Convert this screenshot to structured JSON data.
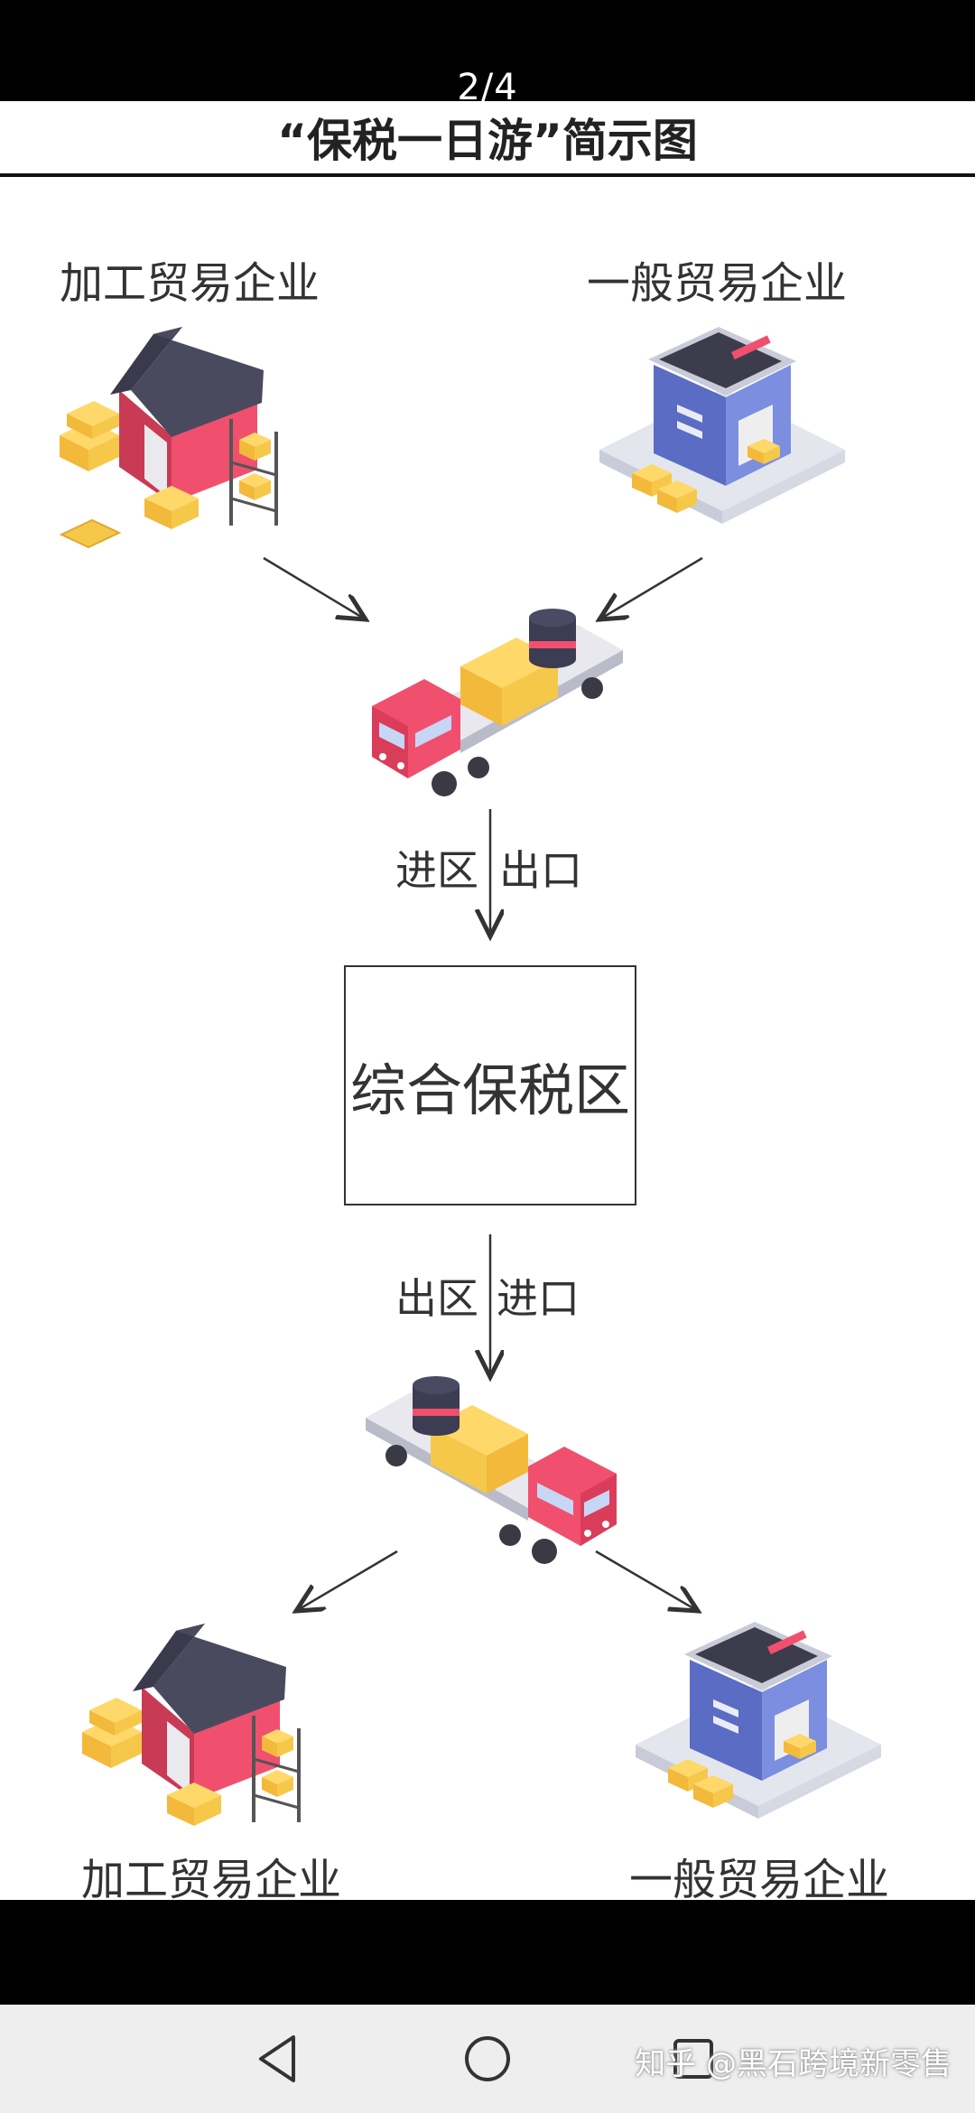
{
  "viewer": {
    "page_counter": "2/4"
  },
  "diagram": {
    "title": "“保税一日游”简示图",
    "top_left_label": "加工贸易企业",
    "top_right_label": "一般贸易企业",
    "flow_in_left": "进区",
    "flow_in_right": "出口",
    "center_box": "综合保税区",
    "flow_out_left": "出区",
    "flow_out_right": "进口",
    "bottom_left_label": "加工贸易企业",
    "bottom_right_label": "一般贸易企业"
  },
  "navbar": {
    "back": "back-icon",
    "home": "home-icon",
    "recent": "recent-apps-icon",
    "watermark": "知乎 @黑石跨境新零售"
  },
  "colors": {
    "warehouse_red": "#f0506e",
    "roof": "#4a4a5e",
    "box": "#f6c84a",
    "building_blue": "#6b7fd6",
    "base_grey": "#dfe1e8"
  }
}
